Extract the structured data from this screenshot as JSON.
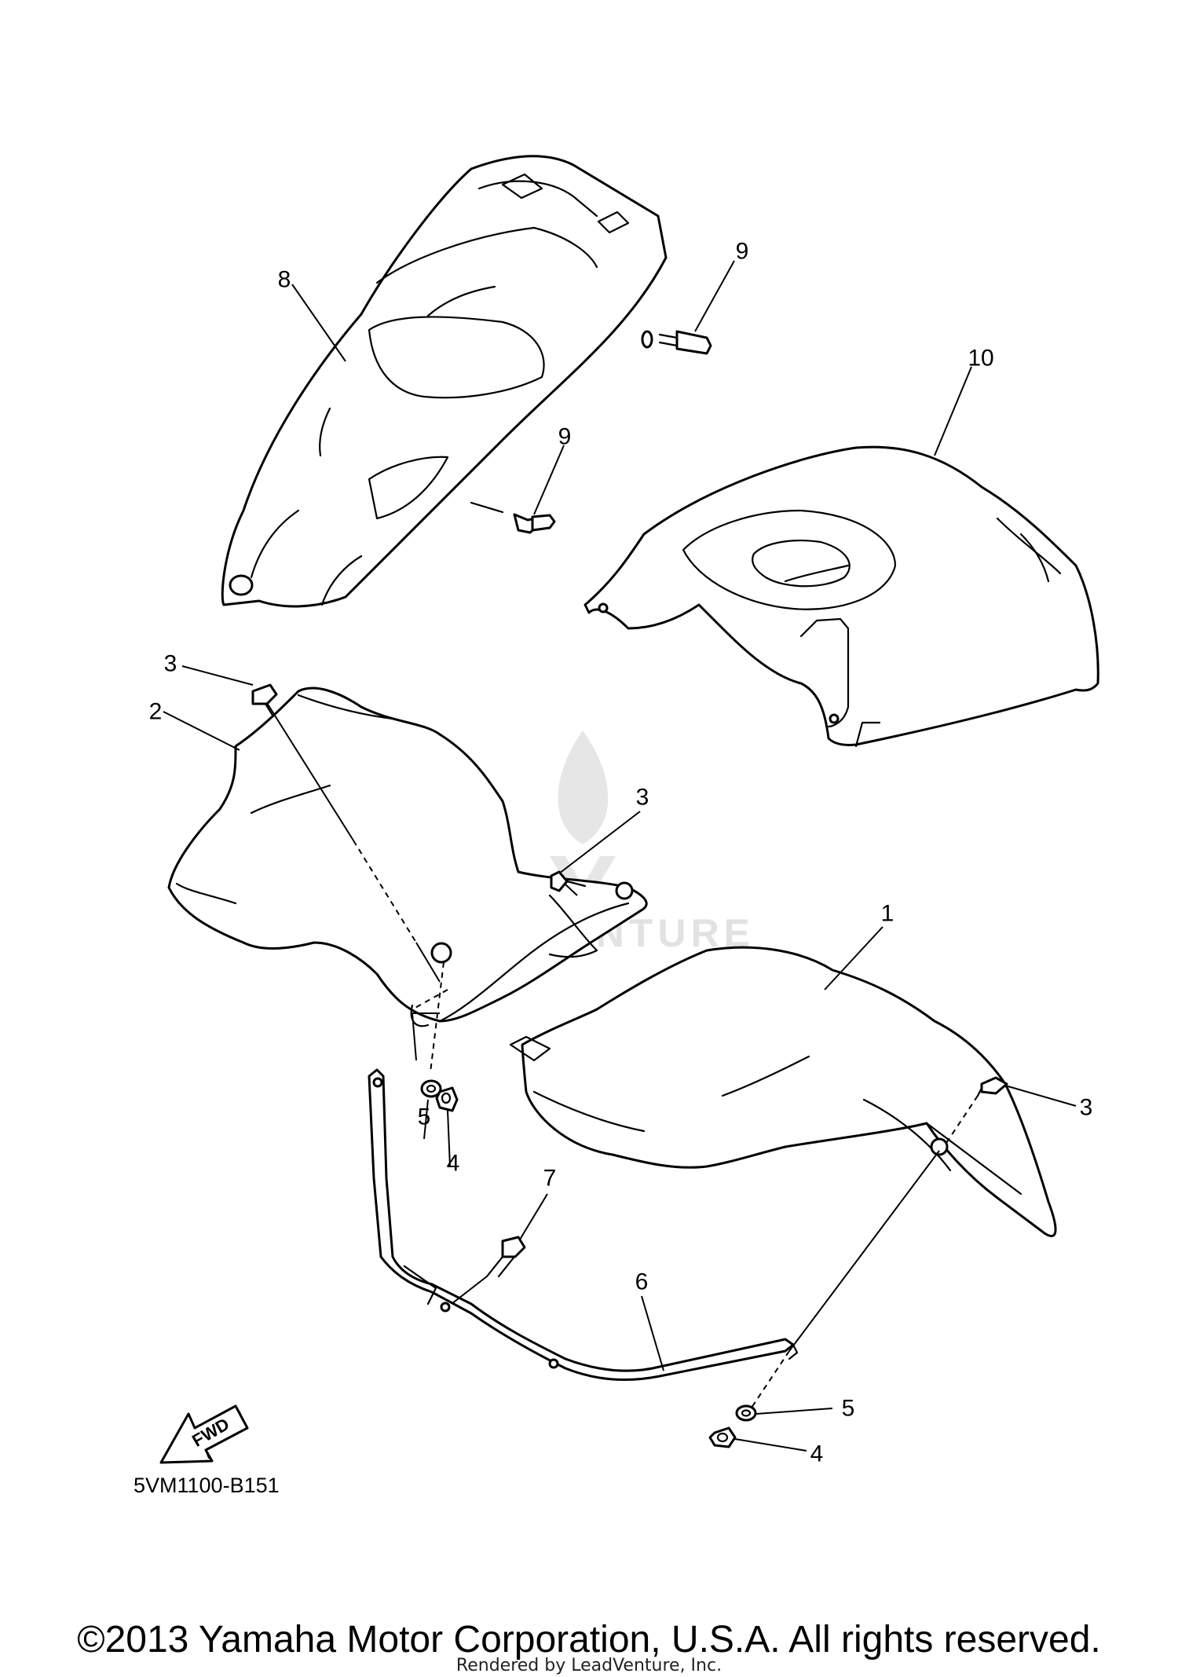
{
  "diagram": {
    "drawing_code": "5VM1100-B151",
    "fwd_label": "FWD",
    "watermark": "LEADVENTURE",
    "copyright": "©2013 Yamaha Motor Corporation, U.S.A. All rights reserved.",
    "render_credit": "Rendered by LeadVenture, Inc.",
    "callouts": [
      {
        "id": "callout-8",
        "label": "8"
      },
      {
        "id": "callout-9-upper",
        "label": "9"
      },
      {
        "id": "callout-10",
        "label": "10"
      },
      {
        "id": "callout-9-lower",
        "label": "9"
      },
      {
        "id": "callout-3-left",
        "label": "3"
      },
      {
        "id": "callout-2",
        "label": "2"
      },
      {
        "id": "callout-3-middle",
        "label": "3"
      },
      {
        "id": "callout-1",
        "label": "1"
      },
      {
        "id": "callout-5-left",
        "label": "5"
      },
      {
        "id": "callout-4-left",
        "label": "4"
      },
      {
        "id": "callout-3-right",
        "label": "3"
      },
      {
        "id": "callout-7",
        "label": "7"
      },
      {
        "id": "callout-6",
        "label": "6"
      },
      {
        "id": "callout-5-right",
        "label": "5"
      },
      {
        "id": "callout-4-right",
        "label": "4"
      }
    ]
  }
}
